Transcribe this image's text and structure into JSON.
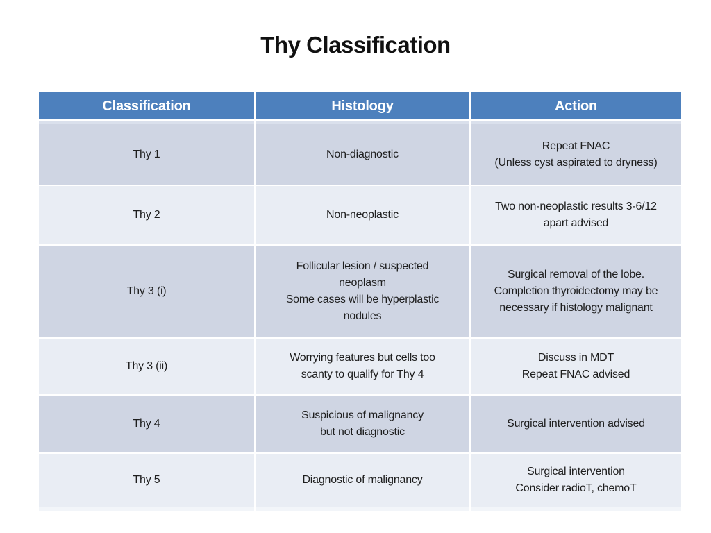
{
  "slide": {
    "title": "Thy Classification"
  },
  "table": {
    "columns": [
      "Classification",
      "Histology",
      "Action"
    ],
    "rows": [
      {
        "classification": "Thy 1",
        "histology": [
          "Non-diagnostic"
        ],
        "action": [
          "Repeat FNAC",
          "(Unless cyst aspirated to dryness)"
        ]
      },
      {
        "classification": "Thy 2",
        "histology": [
          "Non-neoplastic"
        ],
        "action": [
          "Two non-neoplastic results 3-6/12",
          "apart advised"
        ]
      },
      {
        "classification": "Thy 3 (i)",
        "histology": [
          "Follicular lesion / suspected",
          "neoplasm",
          "Some cases will be hyperplastic",
          "nodules"
        ],
        "action": [
          "Surgical removal of the lobe.",
          "Completion thyroidectomy may be",
          "necessary if histology malignant"
        ]
      },
      {
        "classification": "Thy 3 (ii)",
        "histology": [
          "Worrying features but cells too",
          "scanty to qualify for Thy 4"
        ],
        "action": [
          "Discuss in MDT",
          "Repeat FNAC advised"
        ]
      },
      {
        "classification": "Thy 4",
        "histology": [
          "Suspicious of malignancy",
          "but not diagnostic"
        ],
        "action": [
          "Surgical intervention advised"
        ]
      },
      {
        "classification": "Thy 5",
        "histology": [
          "Diagnostic of malignancy"
        ],
        "action": [
          "Surgical intervention",
          "Consider radioT, chemoT"
        ]
      }
    ]
  },
  "colors": {
    "header_bg": "#4d80bd",
    "row_odd_bg": "#cfd5e3",
    "row_even_bg": "#e9edf4",
    "row_top_band": "#dae0ec",
    "row_bottom_band": "#f2f5f9",
    "header_text": "#ffffff",
    "body_text": "#1e1e1e",
    "title_text": "#111111"
  }
}
